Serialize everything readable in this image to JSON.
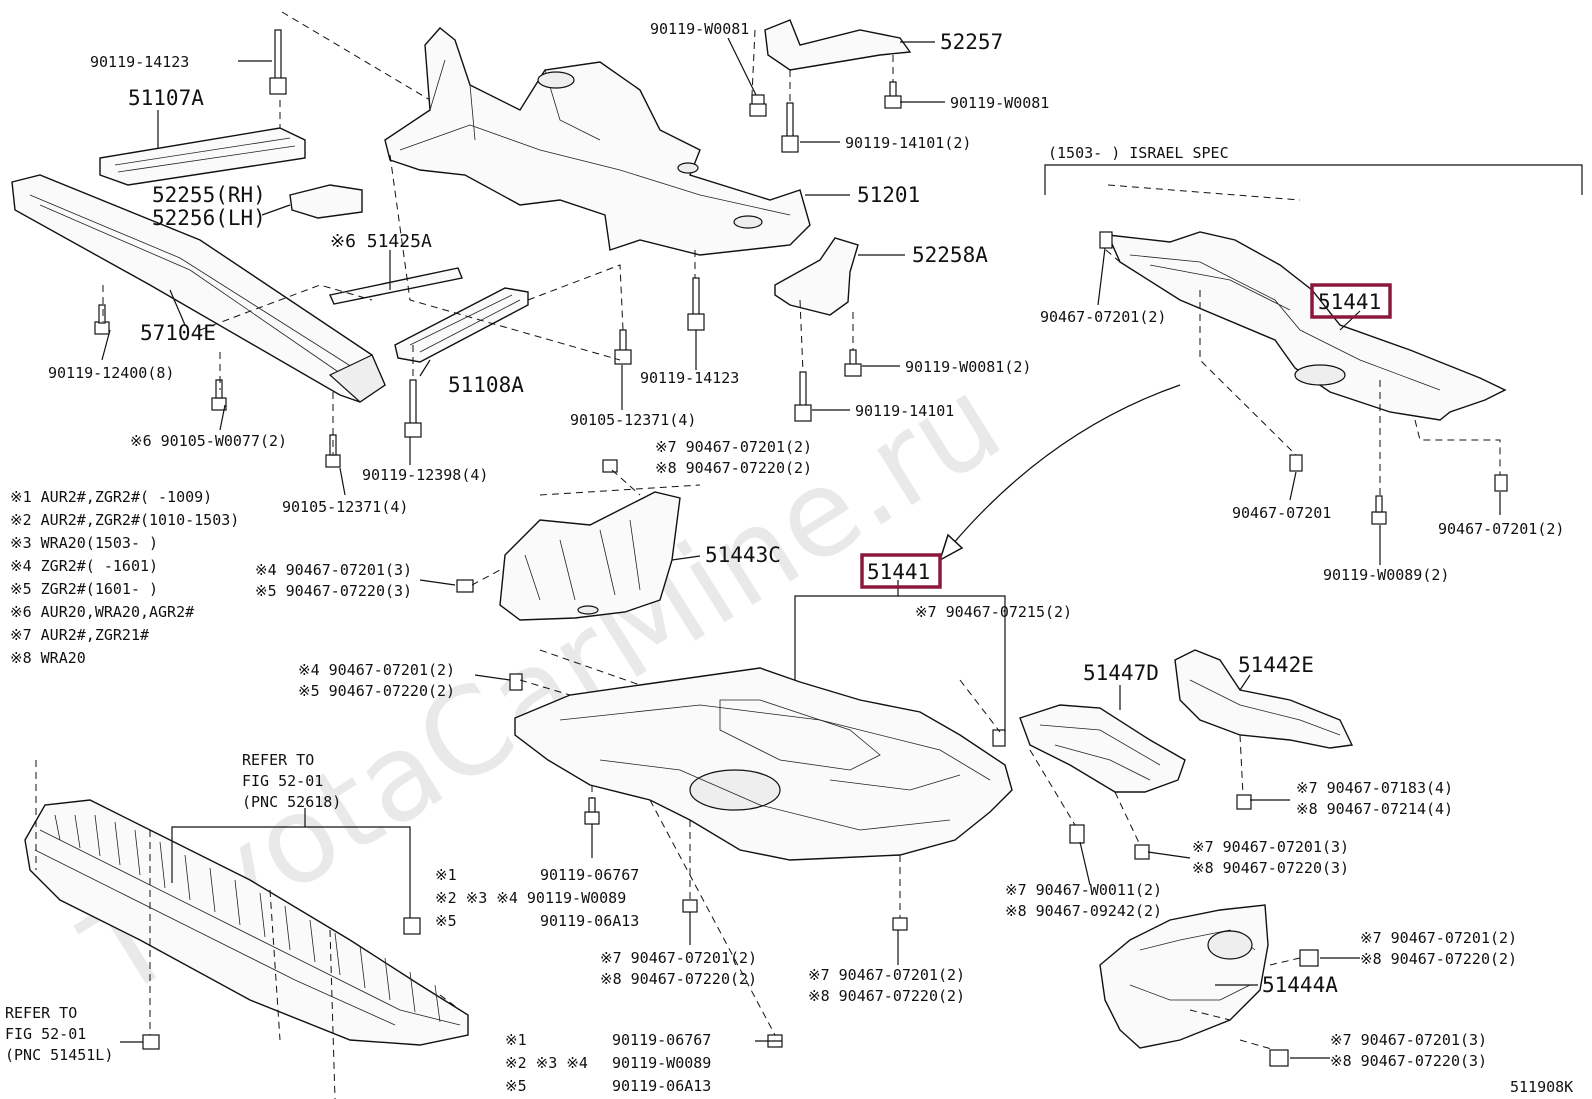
{
  "watermark": "ToyotaCarMine.ru",
  "israel_spec": "(1503-    ) ISRAEL SPEC",
  "diagram_id": "511908K",
  "legend": [
    "※1 AUR2#,ZGR2#(     -1009)",
    "※2 AUR2#,ZGR2#(1010-1503)",
    "※3 WRA20(1503-     )",
    "※4 ZGR2#(     -1601)",
    "※5 ZGR2#(1601-     )",
    "※6 AUR20,WRA20,AGR2#",
    "※7 AUR2#,ZGR21#",
    "※8 WRA20"
  ],
  "labels": {
    "l01": "90119-14123",
    "l02": "51107A",
    "l03": "52255(RH)",
    "l04": "52256(LH)",
    "l05": "※6 51425A",
    "l06": "57104E",
    "l07": "90119-12400(8)",
    "l08": "51108A",
    "l09": "※6 90105-W0077(2)",
    "l10": "90119-12398(4)",
    "l11": "90105-12371(4)",
    "l12": "90105-12371(4)",
    "l13": "90119-14123",
    "l14": "90119-W0081",
    "l15": "52257",
    "l16": "90119-W0081",
    "l17": "90119-14101(2)",
    "l18": "51201",
    "l19": "52258A",
    "l20": "90119-W0081(2)",
    "l21": "90119-14101",
    "l22": "90467-07201(2)",
    "l23": "51441",
    "l24": "90467-07201",
    "l25": "90119-W0089(2)",
    "l26": "90467-07201(2)",
    "l27": "※7 90467-07201(2)",
    "l28": "※8 90467-07220(2)",
    "l29": "51443C",
    "l30": "※4 90467-07201(3)",
    "l31": "※5 90467-07220(3)",
    "l32": "51441",
    "l33": "※7 90467-07215(2)",
    "l34": "※4 90467-07201(2)",
    "l35": "※5 90467-07220(2)",
    "l36": "51447D",
    "l37": "51442E",
    "l38": "※7 90467-07183(4)",
    "l39": "※8 90467-07214(4)",
    "l40": "※7 90467-07201(3)",
    "l41": "※8 90467-07220(3)",
    "l42": "※7 90467-W0011(2)",
    "l43": "※8 90467-09242(2)",
    "l44": "REFER TO",
    "l45": "FIG 52-01",
    "l46": "(PNC 52618)",
    "l47": "90119-06767",
    "l48": "※1",
    "l49": "※2 ※3 ※4 90119-W0089",
    "l50": "※5",
    "l51": "90119-06A13",
    "l52": "※7 90467-07201(2)",
    "l53": "※8 90467-07220(2)",
    "l54": "※7 90467-07201(2)",
    "l55": "※8 90467-07220(2)",
    "l56": "※7 90467-07201(2)",
    "l57": "※8 90467-07220(2)",
    "l58": "51444A",
    "l59": "※7 90467-07201(3)",
    "l60": "※8 90467-07220(3)",
    "l61": "REFER TO",
    "l62": "FIG 52-01",
    "l63": "(PNC 51451L)",
    "l64": "※1",
    "l65": "※2 ※3 ※4",
    "l66": "※5",
    "l67": "90119-06767",
    "l68": "90119-W0089",
    "l69": "90119-06A13"
  }
}
